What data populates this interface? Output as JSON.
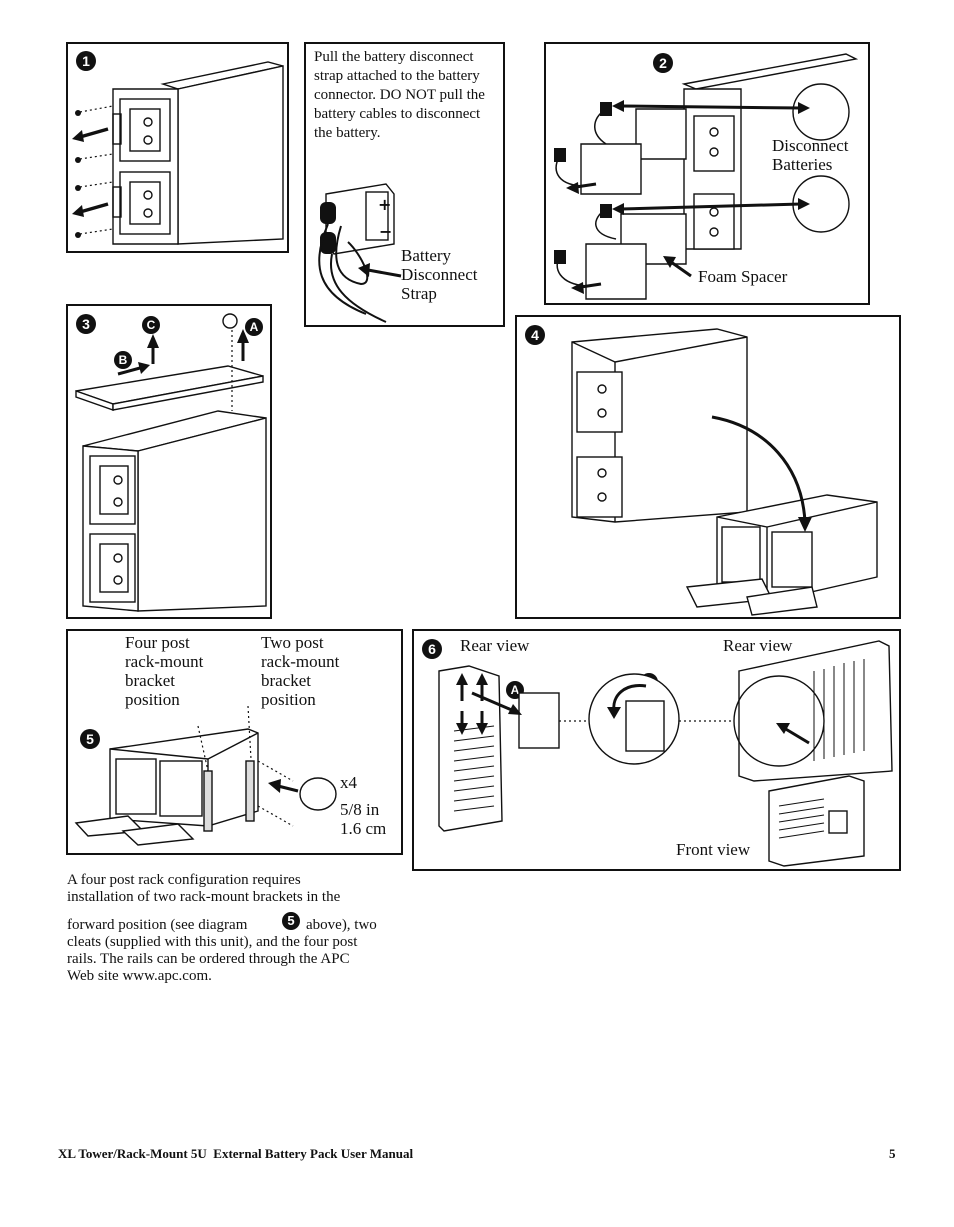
{
  "steps": {
    "s1": "1",
    "s2": "2",
    "s3": "3",
    "s4": "4",
    "s5": "5",
    "s6": "6"
  },
  "letters": {
    "a": "A",
    "b": "B",
    "c": "C"
  },
  "step1_note": {
    "text": "Pull the battery disconnect strap attached to the battery connector. DO NOT pull the battery cables to disconnect the battery.",
    "strap_label_1": "Battery",
    "strap_label_2": "Disconnect",
    "strap_label_3": "Strap",
    "plus": "+",
    "minus": "−"
  },
  "step2": {
    "disconnect_1": "Disconnect",
    "disconnect_2": "Batteries",
    "foam_spacer": "Foam Spacer"
  },
  "step5": {
    "four_post_1": "Four post",
    "four_post_2": "rack-mount",
    "four_post_3": "bracket",
    "four_post_4": "position",
    "two_post_1": "Two post",
    "two_post_2": "rack-mount",
    "two_post_3": "bracket",
    "two_post_4": "position",
    "qty": "x4",
    "size_1": "5/8 in",
    "size_2": "1.6 cm"
  },
  "step6": {
    "rear_view_left": "Rear view",
    "rear_view_right": "Rear view",
    "front_view": "Front view"
  },
  "paragraph": {
    "line1": "A four post rack configuration requires",
    "line2": "installation of two rack-mount brackets in the",
    "line3a": "forward position (see diagram",
    "line3_step": "5",
    "line3b": "above), two",
    "line4": "cleats (supplied with this unit), and the four post",
    "line5": "rails. The rails can be ordered through the APC",
    "line6": "Web site www.apc.com."
  },
  "footer": {
    "title": "XL Tower/Rack-Mount 5U  External Battery Pack User Manual",
    "page": "5"
  }
}
